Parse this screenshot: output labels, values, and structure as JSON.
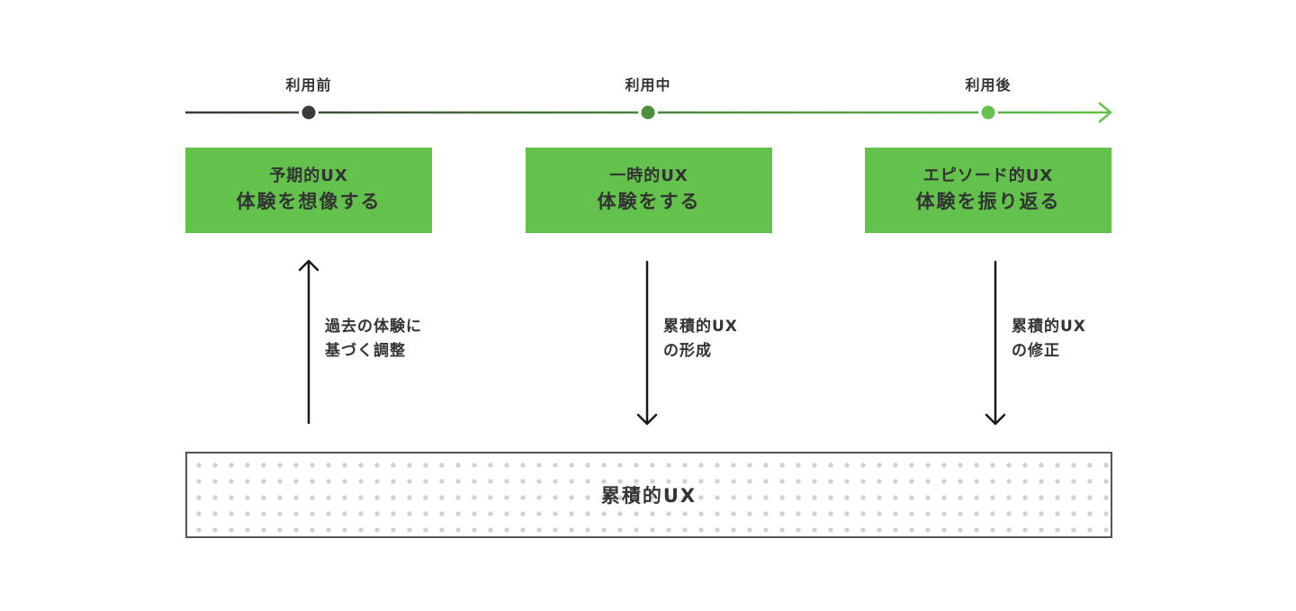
{
  "timeline": {
    "phases": [
      {
        "label": "利用前",
        "color": "#3a3a3a"
      },
      {
        "label": "利用中",
        "color": "#4e8f3e"
      },
      {
        "label": "利用後",
        "color": "#62c24b"
      }
    ]
  },
  "stages": [
    {
      "sub": "予期的UX",
      "main": "体験を想像する"
    },
    {
      "sub": "一時的UX",
      "main": "体験をする"
    },
    {
      "sub": "エピソード的UX",
      "main": "体験を振り返る"
    }
  ],
  "flows": [
    {
      "direction": "up",
      "line1": "過去の体験に",
      "line2": "基づく調整"
    },
    {
      "direction": "down",
      "line1": "累積的UX",
      "line2": "の形成"
    },
    {
      "direction": "down",
      "line1": "累積的UX",
      "line2": "の修正"
    }
  ],
  "base": {
    "label": "累積的UX"
  },
  "colors": {
    "accent_green": "#62c24b",
    "dark": "#333333",
    "dot_pattern": "#d2d2d2"
  }
}
